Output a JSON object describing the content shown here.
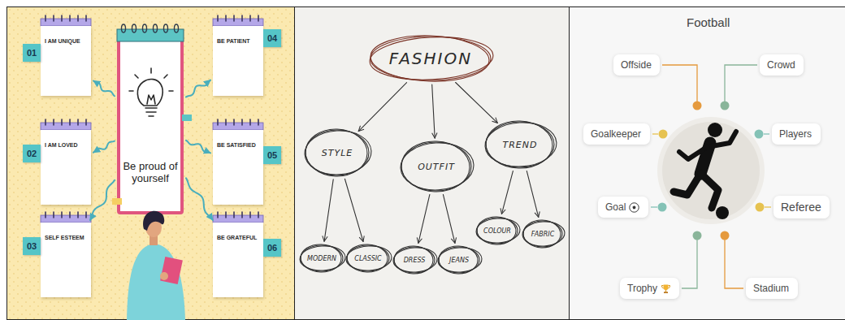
{
  "diagram": {
    "nodes": [
      {
        "text": [
          "Be proud of yourself"
        ]
      },
      {
        "text": [
          "01",
          "I AM UNIQUE"
        ]
      },
      {
        "text": [
          "02",
          "I AM LOVED"
        ]
      },
      {
        "text": [
          "03",
          "SELF ESTEEM"
        ]
      },
      {
        "text": [
          "BE PATIENT",
          "04"
        ]
      },
      {
        "text": [
          "BE SATISFIED",
          "05"
        ]
      },
      {
        "text": [
          "BE GRATEFUL",
          "06"
        ]
      },
      {
        "text": [
          "FASHION"
        ]
      },
      {
        "text": [
          "STYLE"
        ]
      },
      {
        "text": [
          "OUTFIT"
        ]
      },
      {
        "text": [
          "TREND"
        ]
      },
      {
        "text": [
          "MODERN"
        ]
      },
      {
        "text": [
          "CLASSIC"
        ]
      },
      {
        "text": [
          "DRESS"
        ]
      },
      {
        "text": [
          "JEANS"
        ]
      },
      {
        "text": [
          "COLOUR"
        ]
      },
      {
        "text": [
          "FABRIC"
        ]
      },
      {
        "text": [
          "Offside"
        ]
      },
      {
        "text": [
          "Crowd"
        ]
      },
      {
        "text": [
          "Goalkeeper"
        ]
      },
      {
        "text": [
          "Players"
        ]
      },
      {
        "text": [
          "Goal"
        ]
      },
      {
        "text": [
          "Referee"
        ]
      },
      {
        "text": [
          "Trophy"
        ]
      },
      {
        "text": [
          "Stadium"
        ]
      }
    ],
    "edges": [
      {
        "from": 0,
        "to": 1,
        "arrow": "to"
      },
      {
        "from": 0,
        "to": 2,
        "arrow": "to"
      },
      {
        "from": 0,
        "to": 3,
        "arrow": "to"
      },
      {
        "from": 0,
        "to": 4,
        "arrow": "to"
      },
      {
        "from": 0,
        "to": 5,
        "arrow": "to"
      },
      {
        "from": 0,
        "to": 6,
        "arrow": "to"
      },
      {
        "from": 7,
        "to": 8,
        "arrow": "to"
      },
      {
        "from": 7,
        "to": 9,
        "arrow": "to"
      },
      {
        "from": 7,
        "to": 10,
        "arrow": "to"
      },
      {
        "from": 8,
        "to": 11,
        "arrow": "to"
      },
      {
        "from": 8,
        "to": 12,
        "arrow": "to"
      },
      {
        "from": 9,
        "to": 13,
        "arrow": "to"
      },
      {
        "from": 9,
        "to": 14,
        "arrow": "to"
      },
      {
        "from": 10,
        "to": 15,
        "arrow": "to"
      },
      {
        "from": 10,
        "to": 16,
        "arrow": "to"
      }
    ],
    "labels": [
      "Football"
    ]
  }
}
